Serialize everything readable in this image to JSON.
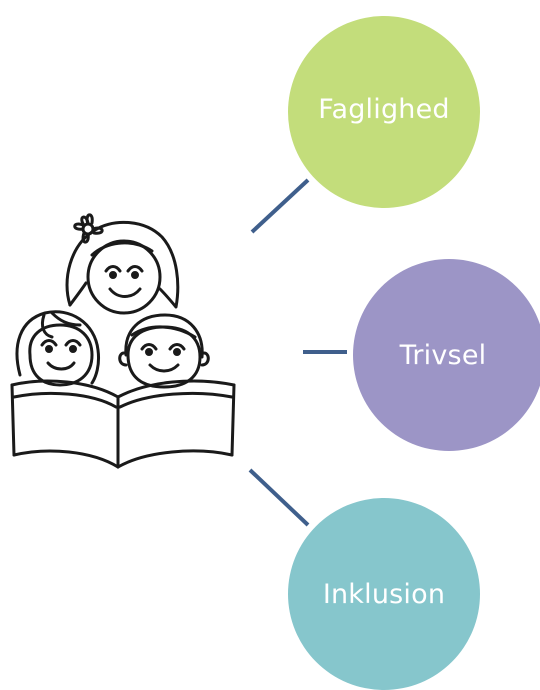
{
  "diagram": {
    "nodes": [
      {
        "label": "Faglighed",
        "color": "#c3dd7b"
      },
      {
        "label": "Trivsel",
        "color": "#9c95c6"
      },
      {
        "label": "Inklusion",
        "color": "#86c6cc"
      }
    ],
    "connector_color": "#3f5f8c",
    "illustration": "children-reading-book-icon"
  }
}
